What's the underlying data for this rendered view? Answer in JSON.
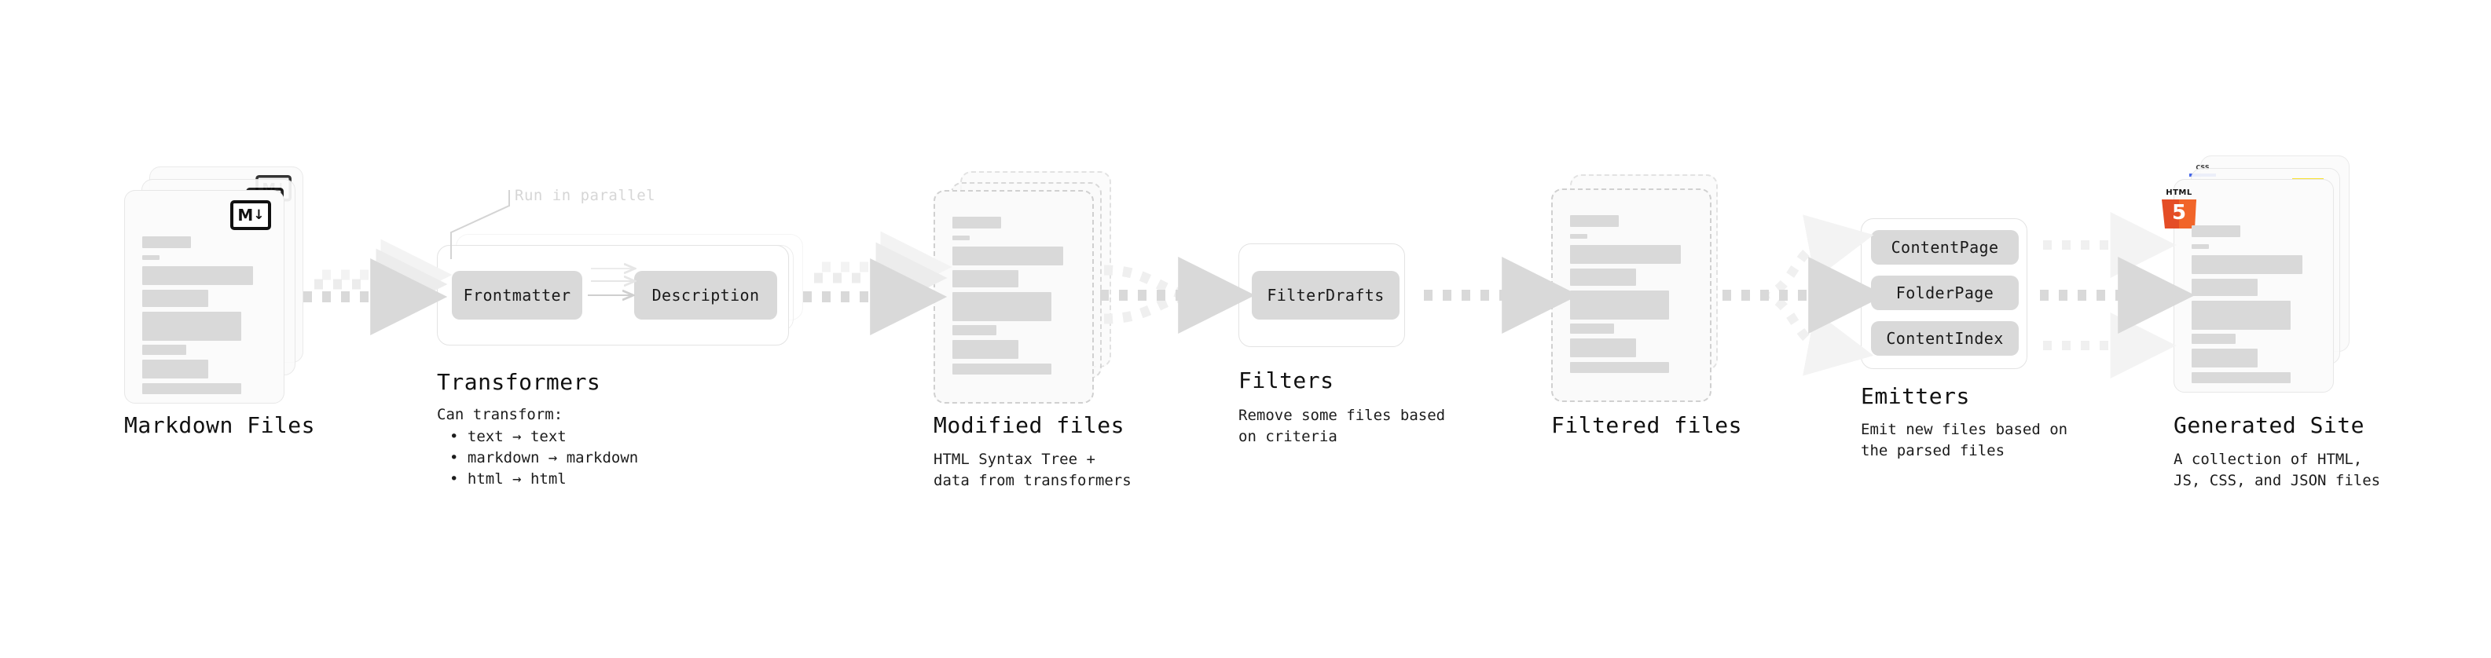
{
  "diagram": {
    "background": "#ffffff",
    "accent_gray": "#d9d9d9",
    "stages": [
      {
        "id": "markdown-files",
        "title": "Markdown Files",
        "subtitle": "",
        "badge": "markdown-badge",
        "badge_text_primary": "M",
        "badge_text_secondary": "↓"
      },
      {
        "id": "transformers",
        "title": "Transformers",
        "subtitle": "Can transform:",
        "note": "Run in parallel",
        "pills": [
          "Frontmatter",
          "Description"
        ],
        "bullets": [
          "• text → text",
          "• markdown → markdown",
          "• html → html"
        ]
      },
      {
        "id": "modified-files",
        "title": "Modified files",
        "subtitle": "HTML Syntax Tree +\ndata from transformers"
      },
      {
        "id": "filters",
        "title": "Filters",
        "subtitle": "Remove some files based\non criteria",
        "pills": [
          "FilterDrafts"
        ]
      },
      {
        "id": "filtered-files",
        "title": "Filtered files",
        "subtitle": ""
      },
      {
        "id": "emitters",
        "title": "Emitters",
        "subtitle": "Emit new files based on\nthe parsed files",
        "pills": [
          "ContentPage",
          "FolderPage",
          "ContentIndex"
        ]
      },
      {
        "id": "generated-site",
        "title": "Generated Site",
        "subtitle": "A collection of HTML,\nJS, CSS, and JSON files",
        "badges": [
          "css3-badge",
          "js-badge",
          "html5-badge"
        ],
        "badge_css_text": "CSS",
        "badge_html_label": "HTML",
        "badge_html_number": "5"
      }
    ],
    "connectors": [
      {
        "id": "arrow-markdown-to-transformers",
        "type": "triple-dashed-arrow"
      },
      {
        "id": "arrow-transformers-to-modified",
        "type": "triple-dashed-arrow"
      },
      {
        "id": "arrow-modified-to-filters",
        "type": "merge-dashed-arrow"
      },
      {
        "id": "arrow-filters-to-filtered",
        "type": "single-dashed-arrow"
      },
      {
        "id": "arrow-filtered-to-emitters",
        "type": "branch-dashed-arrow"
      },
      {
        "id": "arrow-emitters-to-site",
        "type": "branch-dashed-arrow"
      }
    ]
  }
}
